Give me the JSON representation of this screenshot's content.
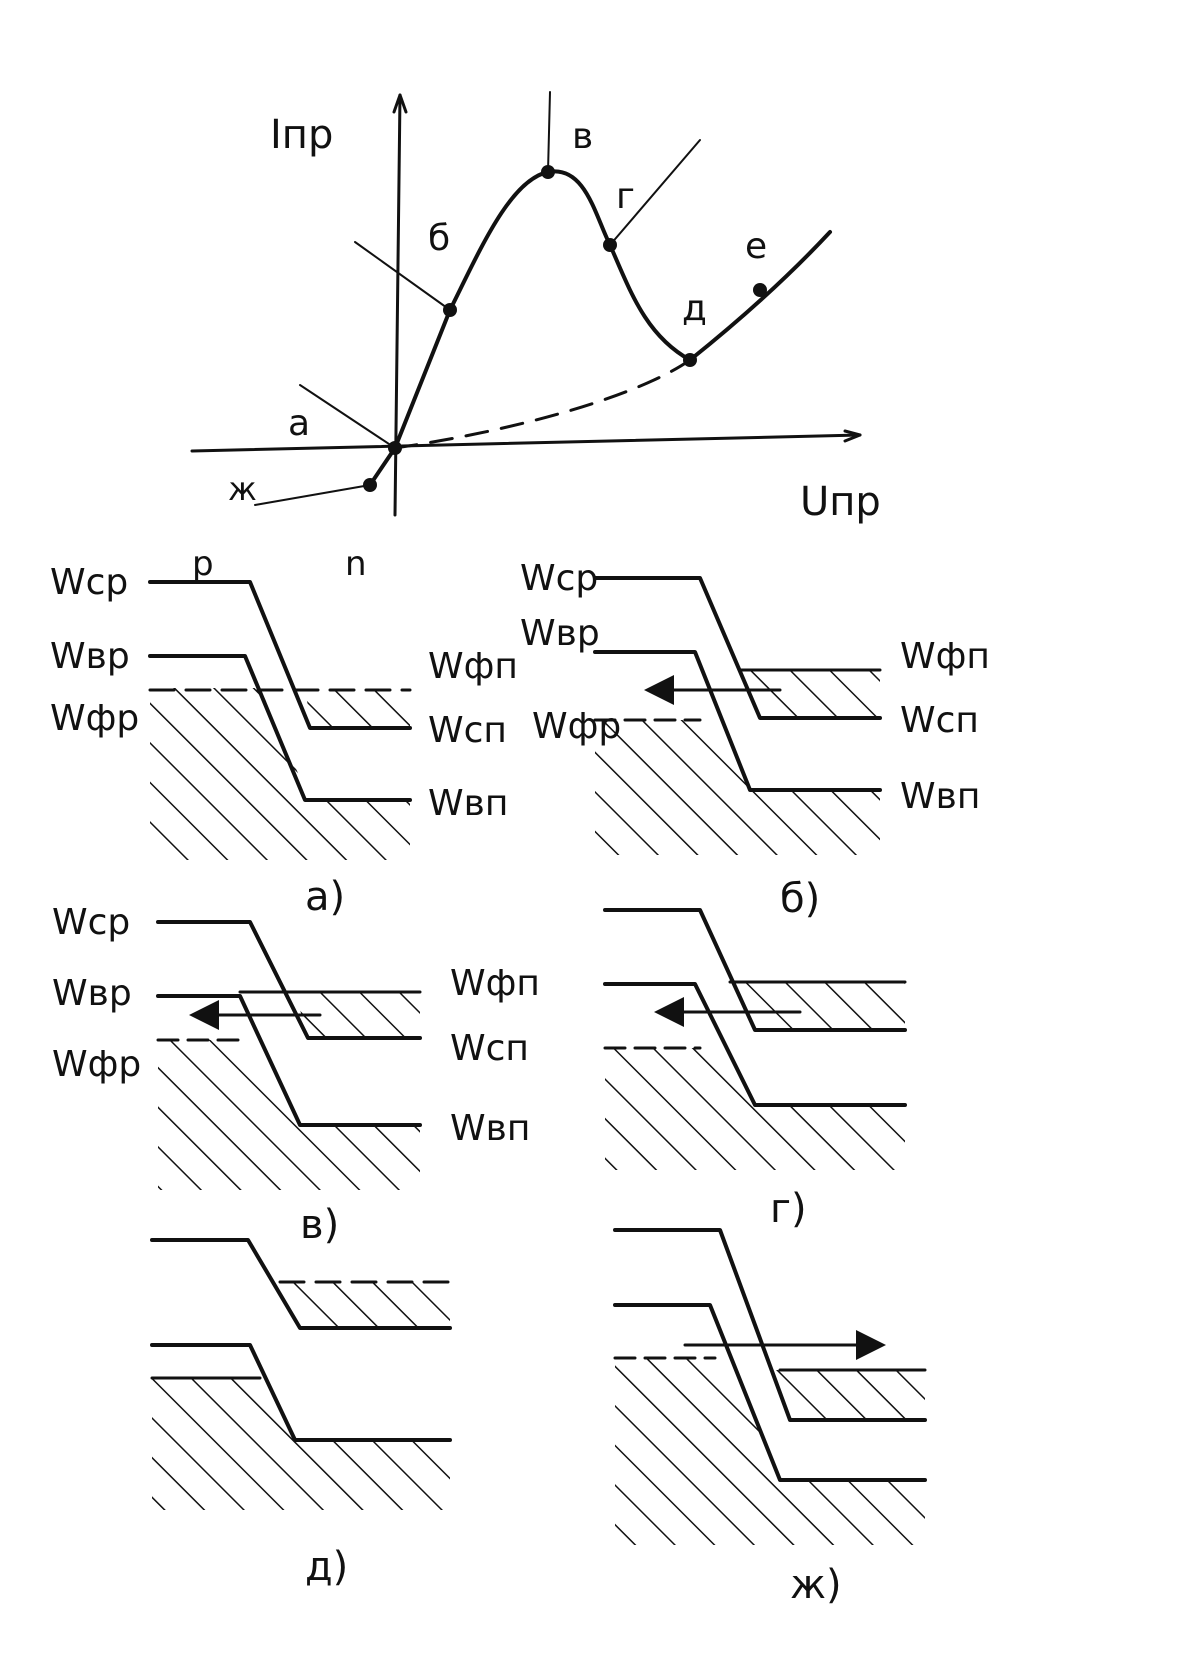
{
  "iv_curve": {
    "y_axis_label": "Iпр",
    "x_axis_label": "Uпр",
    "points": [
      "а",
      "б",
      "в",
      "г",
      "д",
      "е",
      "ж"
    ]
  },
  "junction": {
    "p_label": "p",
    "n_label": "n"
  },
  "levels": {
    "wcp": "Wcp",
    "wvp": "Wвр",
    "wfp": "Wфр",
    "wfn": "Wфп",
    "wcn": "Wсп",
    "wvn": "Wвп"
  },
  "panels": [
    "а)",
    "б)",
    "в)",
    "г)",
    "д)",
    "ж)"
  ]
}
